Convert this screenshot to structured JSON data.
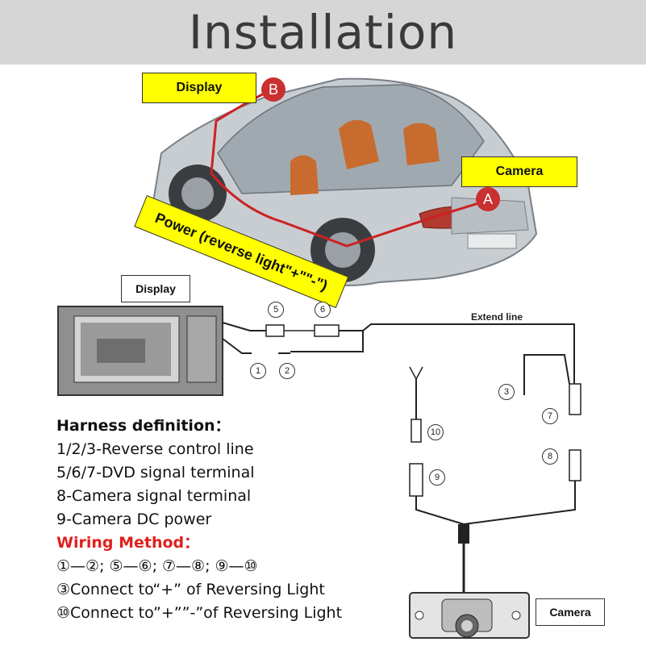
{
  "title": "Installation",
  "car_section": {
    "display_label": "Display",
    "camera_label": "Camera",
    "power_label": "Power (reverse light\"+\"\"-\")",
    "marker_a": "A",
    "marker_b": "B"
  },
  "wiring_section": {
    "display_box": "Display",
    "extend_line": "Extend line",
    "camera_box": "Camera",
    "numbers": [
      "5",
      "6",
      "1",
      "2",
      "3",
      "7",
      "8",
      "10",
      "9"
    ]
  },
  "definitions": {
    "heading": "Harness definition：",
    "lines": [
      "1/2/3-Reverse control line",
      "5/6/7-DVD signal terminal",
      "8-Camera signal terminal",
      "9-Camera DC power"
    ],
    "method_heading": "Wiring Method：",
    "method_lines": [
      "①—②; ⑤—⑥; ⑦—⑧; ⑨—⑩",
      "③Connect to“+” of Reversing Light",
      "⑩Connect to”+””-”of Reversing Light"
    ]
  },
  "colors": {
    "label_yellow": "#ffff00",
    "marker_red": "#c8312f",
    "method_red": "#e0201c",
    "wire_dark": "#222222"
  }
}
